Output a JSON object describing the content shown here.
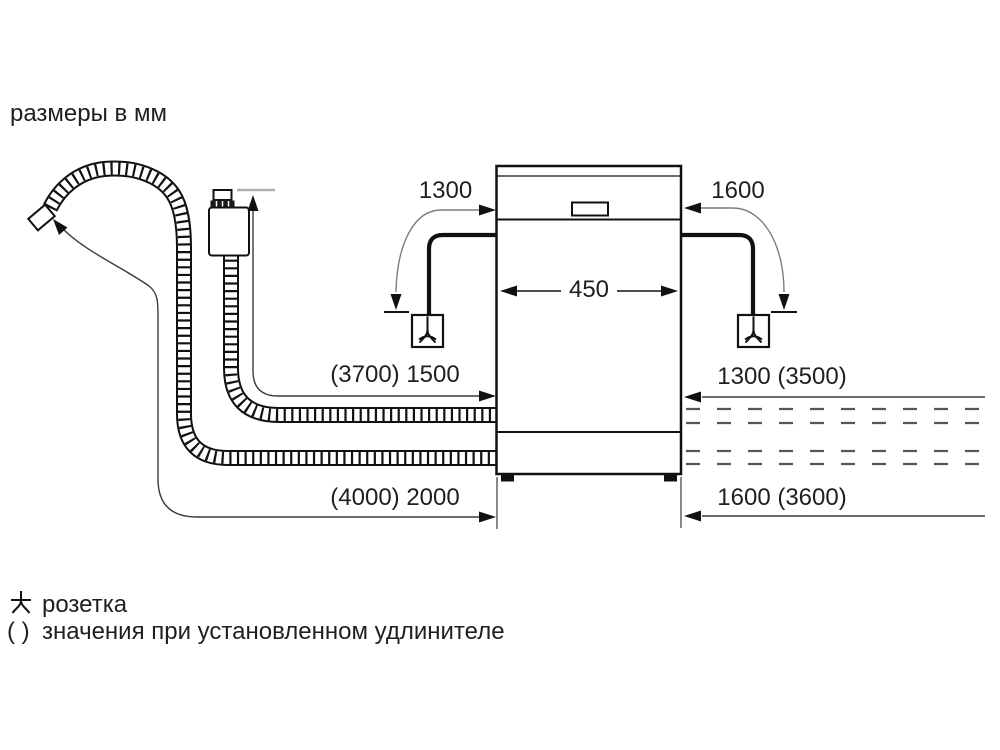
{
  "title": "размеры в мм",
  "diagram": {
    "appliance_width": "450",
    "labels": {
      "cable_left": "1300",
      "cable_right": "1600",
      "supply_left": "(3700) 1500",
      "drain_left": "(4000) 2000",
      "supply_right": "1300 (3500)",
      "drain_right": "1600 (3600)"
    },
    "icons": {
      "socket": "socket-icon",
      "drain_hose": "drain-hose",
      "supply_hose": "supply-hose-aquastop",
      "appliance": "dishwasher-front"
    }
  },
  "legend": {
    "socket": "розетка",
    "parens": "( )",
    "parens_note": "значения при установленном удлинителе"
  },
  "colors": {
    "line": "#111111",
    "thin": "#3c3c3c",
    "leader": "#7d7d7d",
    "dash": "#565656",
    "ref": "#b0b0b0",
    "text": "#1f1f1f"
  }
}
